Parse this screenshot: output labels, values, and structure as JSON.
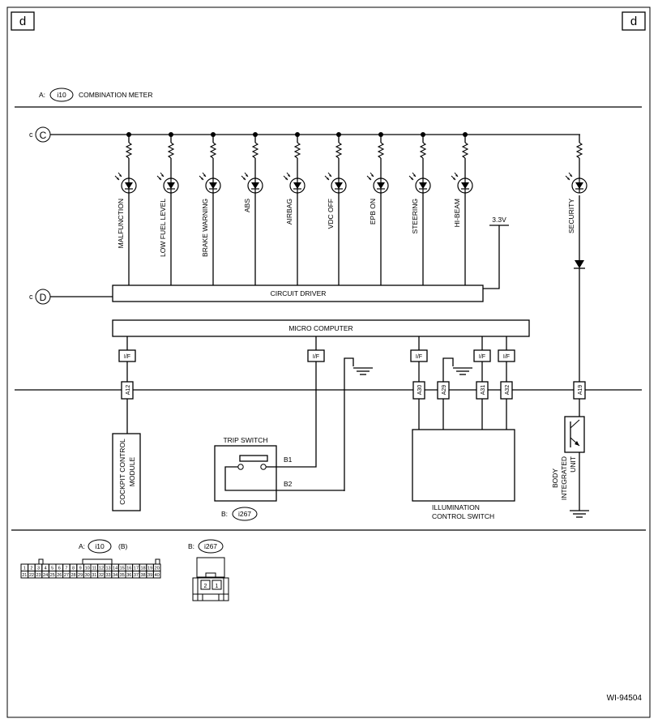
{
  "page_marker": "d",
  "header": {
    "connector_letter": "A:",
    "connector_id": "i10",
    "connector_name": "COMBINATION METER"
  },
  "inputs": {
    "c_label": "c",
    "c_symbol": "C",
    "d_label": "c",
    "d_symbol": "D"
  },
  "indicators": [
    "MALFUNCTION",
    "LOW FUEL LEVEL",
    "BRAKE WARNING",
    "ABS",
    "AIRBAG",
    "VDC OFF",
    "EPB ON",
    "STEERING",
    "HI-BEAM",
    "SECURITY"
  ],
  "supply_label": "3.3V",
  "circuit_driver": "CIRCUIT DRIVER",
  "micro_computer": "MICRO COMPUTER",
  "if_label": "I/F",
  "pins": [
    "A12",
    "A30",
    "A29",
    "A31",
    "A32",
    "A19"
  ],
  "cockpit_module": [
    "COCKPIT CONTROL",
    "MODULE"
  ],
  "trip_switch": {
    "title": "TRIP SWITCH",
    "b1": "B1",
    "b2": "B2",
    "connector_letter": "B:",
    "connector_id": "i267"
  },
  "illumination_switch": [
    "ILLUMINATION",
    "CONTROL SWITCH"
  ],
  "body_unit": [
    "BODY",
    "INTEGRATED",
    "UNIT"
  ],
  "connector_a": {
    "letter": "A:",
    "id": "i10",
    "color_code": "(B)",
    "row1": [
      "1",
      "2",
      "3",
      "4",
      "5",
      "6",
      "7",
      "8",
      "9",
      "10",
      "11",
      "12",
      "13",
      "14",
      "15",
      "16",
      "17",
      "18",
      "19",
      "20"
    ],
    "row2": [
      "21",
      "22",
      "23",
      "24",
      "25",
      "26",
      "27",
      "28",
      "29",
      "30",
      "31",
      "32",
      "33",
      "34",
      "35",
      "36",
      "37",
      "38",
      "39",
      "40"
    ]
  },
  "connector_b": {
    "letter": "B:",
    "id": "i267",
    "pins": [
      "2",
      "1"
    ]
  },
  "figure_id": "WI-94504"
}
